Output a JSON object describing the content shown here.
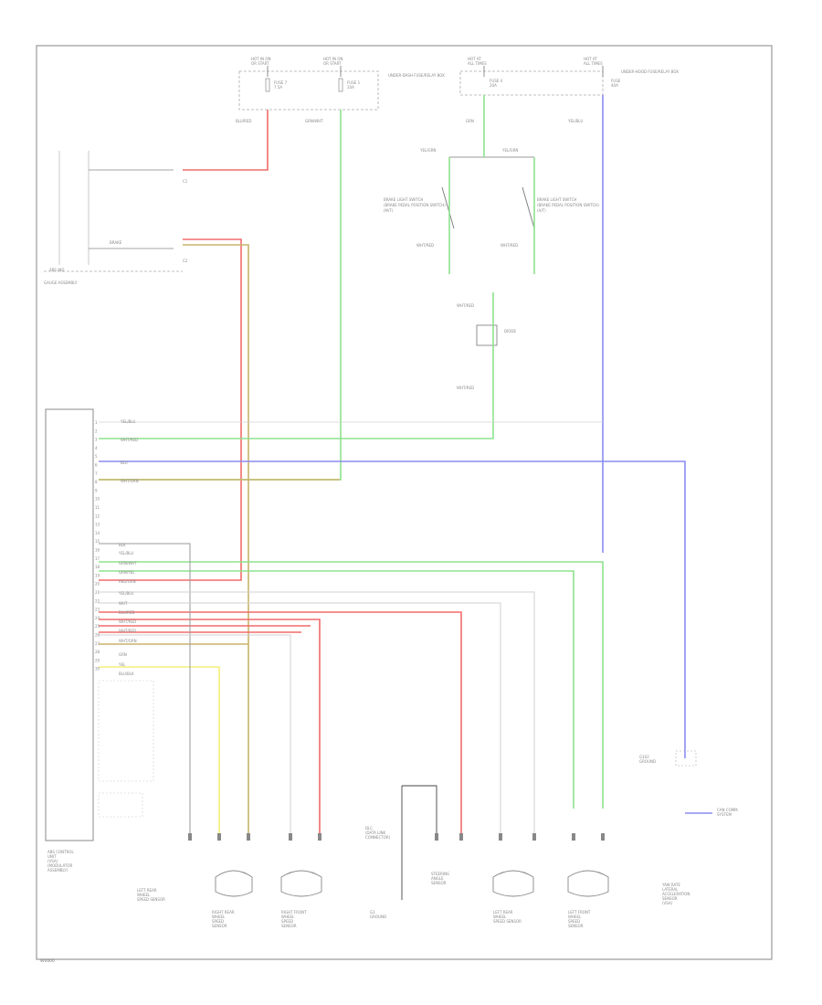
{
  "page_code": "W0000",
  "colors": {
    "red": "#f26b6b",
    "green": "#8ee38e",
    "blue": "#8c8cf0",
    "yellow": "#f4f07a",
    "olive": "#c8b46a",
    "gray": "#9a9a9a",
    "lightgray": "#d0d0d0",
    "black": "#444444"
  },
  "top_fuses": {
    "hot_run_left": "HOT IN ON",
    "hot_run_left_sub": "OR START",
    "hot_run_right": "HOT IN ON",
    "hot_run_right_sub": "OR START",
    "box_left_label": "UNDER-DASH FUSE/RELAY BOX",
    "fuse_left": "FUSE 7",
    "fuse_left_amp": "7.5A",
    "fuse_right": "FUSE 1",
    "fuse_right_amp": "10A",
    "hot_at_all_left": "HOT AT",
    "hot_at_all_left_sub": "ALL TIMES",
    "hot_at_all_right": "HOT AT",
    "hot_at_all_right_sub": "ALL TIMES",
    "fuse_a": "FUSE 4",
    "fuse_a_amp": "20A",
    "fuse_b": "FUSE",
    "fuse_b_amp": "40A",
    "box_right_label": "UNDER-HOOD FUSE/RELAY BOX"
  },
  "wires": {
    "w_blured": "BLU/RED",
    "w_grnwht": "GRN/WHT",
    "w_whtgrn": "WHT/GRN",
    "w_ytelblu": "YEL/BLU",
    "w_grn": "GRN",
    "w_wht": "WHT",
    "w_yel": "YEL",
    "w_blu": "BLU",
    "w_blk": "BLK",
    "w_grnwht2": "GRN/WHT",
    "w_grnyel": "GRN/YEL",
    "w_redgrn": "RED/GRN",
    "w_whtred": "WHT/RED",
    "w_blublk": "BLU/BLK"
  },
  "left_module": {
    "gauge_label": "GAUGE ASSEMBLY",
    "abs_ind": "ABS IND",
    "brake_ind": "BRAKE",
    "c1": "C1",
    "c2": "C2"
  },
  "switches": {
    "left_name": "BRAKE LIGHT SWITCH",
    "left_sub": "(BRAKE PEDAL POSITION SWITCH)",
    "left_note": "(M/T)",
    "right_name": "BRAKE LIGHT SWITCH",
    "right_sub": "(BRAKE PEDAL POSITION SWITCH)",
    "right_note": "(A/T)",
    "left_top": "YEL/GRN",
    "right_top": "YEL/GRN",
    "diode": "DIODE"
  },
  "abs_unit": {
    "label1": "ABS CONTROL",
    "label2": "UNIT",
    "label3": "(VSA)",
    "label4": "(MODULATOR",
    "label5": "ASSEMBLY)",
    "pins": [
      "1",
      "2",
      "3",
      "4",
      "5",
      "6",
      "7",
      "8",
      "9",
      "10",
      "11",
      "12",
      "13",
      "14",
      "15",
      "16",
      "17",
      "18",
      "19",
      "20",
      "21",
      "22",
      "23",
      "24",
      "25",
      "26",
      "27",
      "28",
      "29",
      "30"
    ]
  },
  "bottom": {
    "c_left_sensor_l1": "LEFT REAR",
    "c_left_sensor_l2": "WHEEL",
    "c_left_sensor_l3": "SPEED SENSOR",
    "c_data_link_l1": "DLC",
    "c_data_link_l2": "(DATA LINK",
    "c_data_link_l3": "CONNECTOR)",
    "rr_l1": "RIGHT REAR",
    "rr_l2": "WHEEL",
    "rr_l3": "SPEED",
    "rr_l4": "SENSOR",
    "rf_l1": "RIGHT FRONT",
    "rf_l2": "WHEEL",
    "rf_l3": "SPEED",
    "rf_l4": "SENSOR",
    "g_l1": "G1",
    "g_l2": "GROUND",
    "mid_l1": "STEERING",
    "mid_l2": "ANGLE",
    "mid_l3": "SENSOR",
    "lr_l1": "LEFT REAR",
    "lr_l2": "WHEEL",
    "lr_l3": "SPEED SENSOR",
    "lf_l1": "LEFT FRONT",
    "lf_l2": "WHEEL",
    "lf_l3": "SPEED",
    "lf_l4": "SENSOR",
    "yaw_l1": "YAW RATE",
    "yaw_l2": "LATERAL",
    "yaw_l3": "ACCELERATION",
    "yaw_l4": "SENSOR",
    "yaw_l5": "(VSA)",
    "can_l1": "G102",
    "can_l2": "GROUND",
    "can_l3": "CAN COMM.",
    "can_l4": "SYSTEM"
  }
}
